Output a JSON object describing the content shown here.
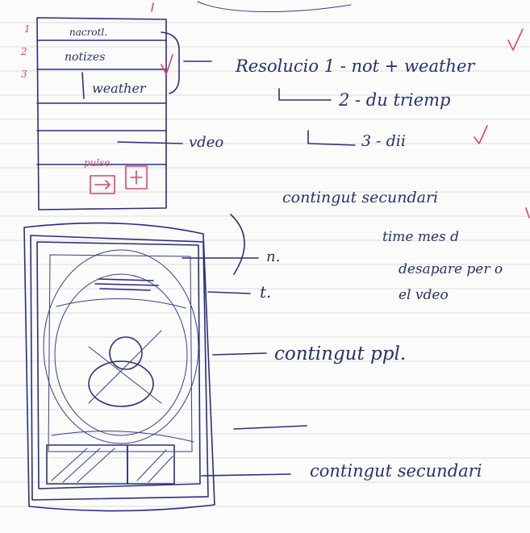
{
  "wireframe_top": {
    "header": "nacrotl.",
    "row_1": "notizes",
    "row_2": "weather",
    "pulse_label": "pulse",
    "side_numbers": [
      "3",
      "2",
      "1"
    ]
  },
  "annotations": {
    "resolution_line": "Resolucio 1 - not + weather",
    "option_2": "2 - du triemp",
    "option_3": "3 - dii",
    "video_label": "vdeo",
    "secondary_content_1": "contingut secundari",
    "x_label": "n.",
    "note_1": "time mes d",
    "note_2": "desapare per o",
    "note_3": "el vdeo",
    "t_label": "t.",
    "main_content": "contingut ppl.",
    "secondary_content_2": "contingut secundari"
  },
  "colors": {
    "ink": "#2b2f7a",
    "pink": "#e0407a",
    "paper": "#fbfbf9"
  }
}
